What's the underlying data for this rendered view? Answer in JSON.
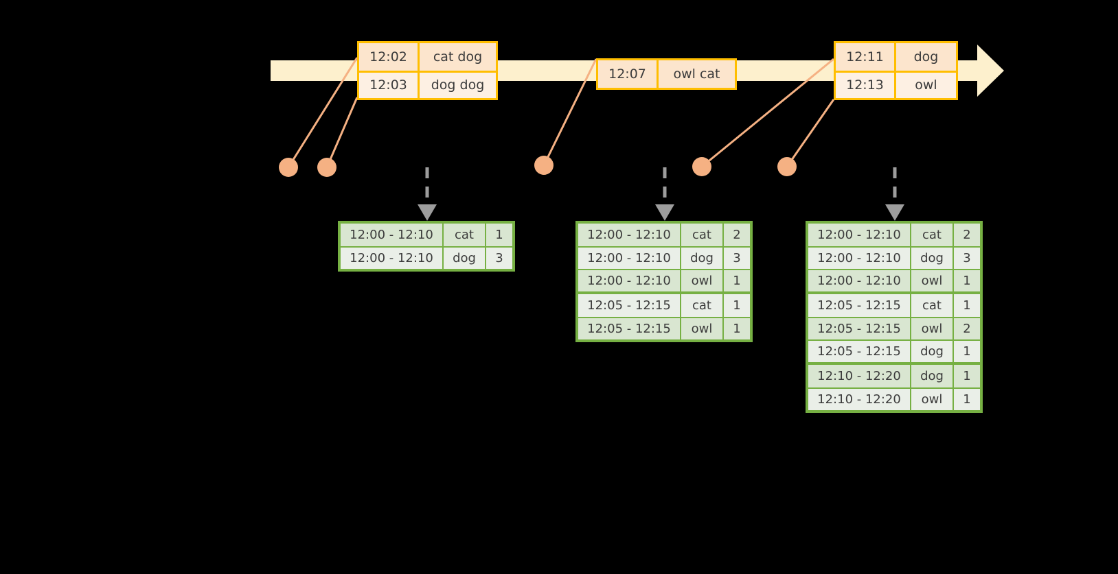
{
  "diagram": {
    "title": "sliding-window-word-count-timeline",
    "colors": {
      "background": "#000000",
      "timeline_bar": "#fdf0cd",
      "event_border": "#ffbe00",
      "event_fill_dark": "#fce5cd",
      "event_fill_light": "#fdf0e3",
      "connector": "#f5b183",
      "table_border": "#76b043",
      "table_fill_tint": "#d9e6d1",
      "table_fill_plain": "#eaefe8",
      "dashed_arrow": "#9d9d9d",
      "text": "#3b3b3b"
    }
  },
  "timeline": {
    "name": "event-stream-timeline",
    "events": [
      {
        "id": "event-group-1",
        "rows": [
          {
            "time": "12:02",
            "words": "cat dog"
          },
          {
            "time": "12:03",
            "words": "dog dog"
          }
        ]
      },
      {
        "id": "event-group-2",
        "rows": [
          {
            "time": "12:07",
            "words": "owl cat"
          }
        ]
      },
      {
        "id": "event-group-3",
        "rows": [
          {
            "time": "12:11",
            "words": "dog"
          },
          {
            "time": "12:13",
            "words": "owl"
          }
        ]
      }
    ]
  },
  "results": [
    {
      "id": "result-table-1",
      "groups": [
        {
          "rows": [
            {
              "window": "12:00 - 12:10",
              "word": "cat",
              "count": "1"
            },
            {
              "window": "12:00 - 12:10",
              "word": "dog",
              "count": "3"
            }
          ]
        }
      ]
    },
    {
      "id": "result-table-2",
      "groups": [
        {
          "rows": [
            {
              "window": "12:00 - 12:10",
              "word": "cat",
              "count": "2"
            },
            {
              "window": "12:00 - 12:10",
              "word": "dog",
              "count": "3"
            },
            {
              "window": "12:00 - 12:10",
              "word": "owl",
              "count": "1"
            }
          ]
        },
        {
          "rows": [
            {
              "window": "12:05 - 12:15",
              "word": "cat",
              "count": "1"
            },
            {
              "window": "12:05 - 12:15",
              "word": "owl",
              "count": "1"
            }
          ]
        }
      ]
    },
    {
      "id": "result-table-3",
      "groups": [
        {
          "rows": [
            {
              "window": "12:00 - 12:10",
              "word": "cat",
              "count": "2"
            },
            {
              "window": "12:00 - 12:10",
              "word": "dog",
              "count": "3"
            },
            {
              "window": "12:00 - 12:10",
              "word": "owl",
              "count": "1"
            }
          ]
        },
        {
          "rows": [
            {
              "window": "12:05 - 12:15",
              "word": "cat",
              "count": "1"
            },
            {
              "window": "12:05 - 12:15",
              "word": "owl",
              "count": "2"
            },
            {
              "window": "12:05 - 12:15",
              "word": "dog",
              "count": "1"
            }
          ]
        },
        {
          "rows": [
            {
              "window": "12:10 - 12:20",
              "word": "dog",
              "count": "1"
            },
            {
              "window": "12:10 - 12:20",
              "word": "owl",
              "count": "1"
            }
          ]
        }
      ]
    }
  ]
}
